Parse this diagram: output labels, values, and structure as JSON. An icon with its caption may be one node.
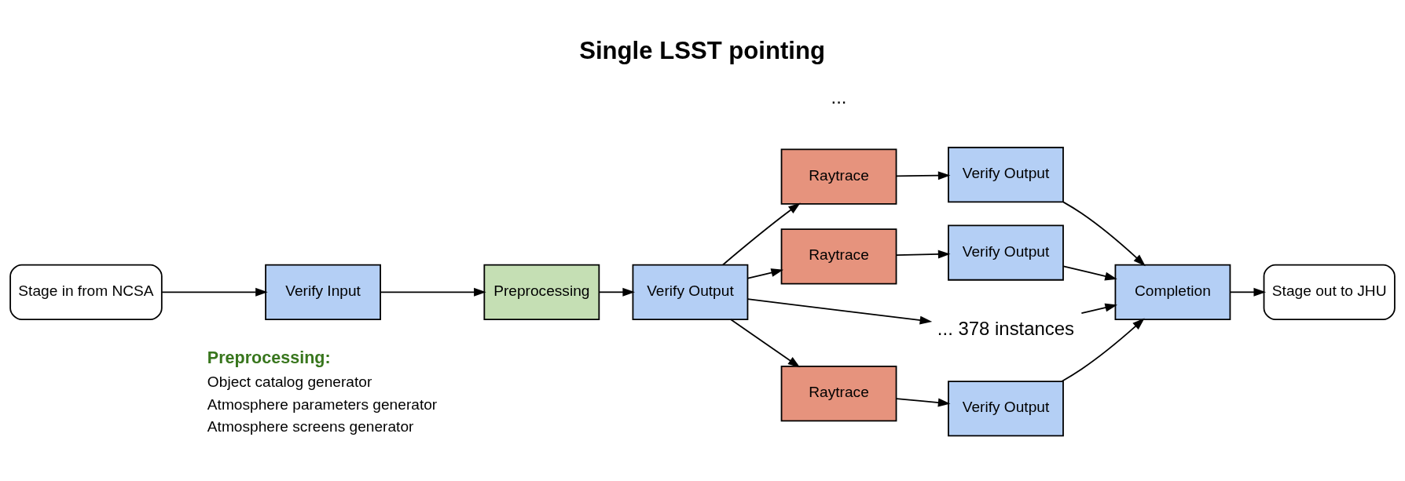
{
  "diagram": {
    "title": "Single LSST pointing",
    "nodes": [
      {
        "text": [
          "Stage in from NCSA"
        ]
      },
      {
        "text": [
          "Verify Input"
        ]
      },
      {
        "text": [
          "Preprocessing"
        ]
      },
      {
        "text": [
          "Verify Output"
        ]
      },
      {
        "text": [
          "Raytrace"
        ]
      },
      {
        "text": [
          "Verify Output"
        ]
      },
      {
        "text": [
          "Raytrace"
        ]
      },
      {
        "text": [
          "Verify Output"
        ]
      },
      {
        "text": [
          "... 378 instances"
        ]
      },
      {
        "text": [
          "Raytrace"
        ]
      },
      {
        "text": [
          "Verify Output"
        ]
      },
      {
        "text": [
          "Completion"
        ]
      },
      {
        "text": [
          "Stage out to JHU"
        ]
      }
    ],
    "edges": [
      {
        "from": 0,
        "to": 1,
        "arrow": "to"
      },
      {
        "from": 1,
        "to": 2,
        "arrow": "to"
      },
      {
        "from": 2,
        "to": 3,
        "arrow": "to"
      },
      {
        "from": 3,
        "to": 4,
        "arrow": "to"
      },
      {
        "from": 3,
        "to": 6,
        "arrow": "to"
      },
      {
        "from": 3,
        "to": 8,
        "arrow": "to"
      },
      {
        "from": 3,
        "to": 9,
        "arrow": "to"
      },
      {
        "from": 4,
        "to": 5,
        "arrow": "to"
      },
      {
        "from": 6,
        "to": 7,
        "arrow": "to"
      },
      {
        "from": 9,
        "to": 10,
        "arrow": "to"
      },
      {
        "from": 5,
        "to": 11,
        "arrow": "to"
      },
      {
        "from": 7,
        "to": 11,
        "arrow": "to"
      },
      {
        "from": 8,
        "to": 11,
        "arrow": "to"
      },
      {
        "from": 10,
        "to": 11,
        "arrow": "to"
      },
      {
        "from": 11,
        "to": 12,
        "arrow": "to"
      }
    ],
    "labels": [
      "Preprocessing:",
      "Object catalog generator",
      "Atmosphere parameters generator",
      "Atmosphere screens generator",
      "..."
    ]
  }
}
